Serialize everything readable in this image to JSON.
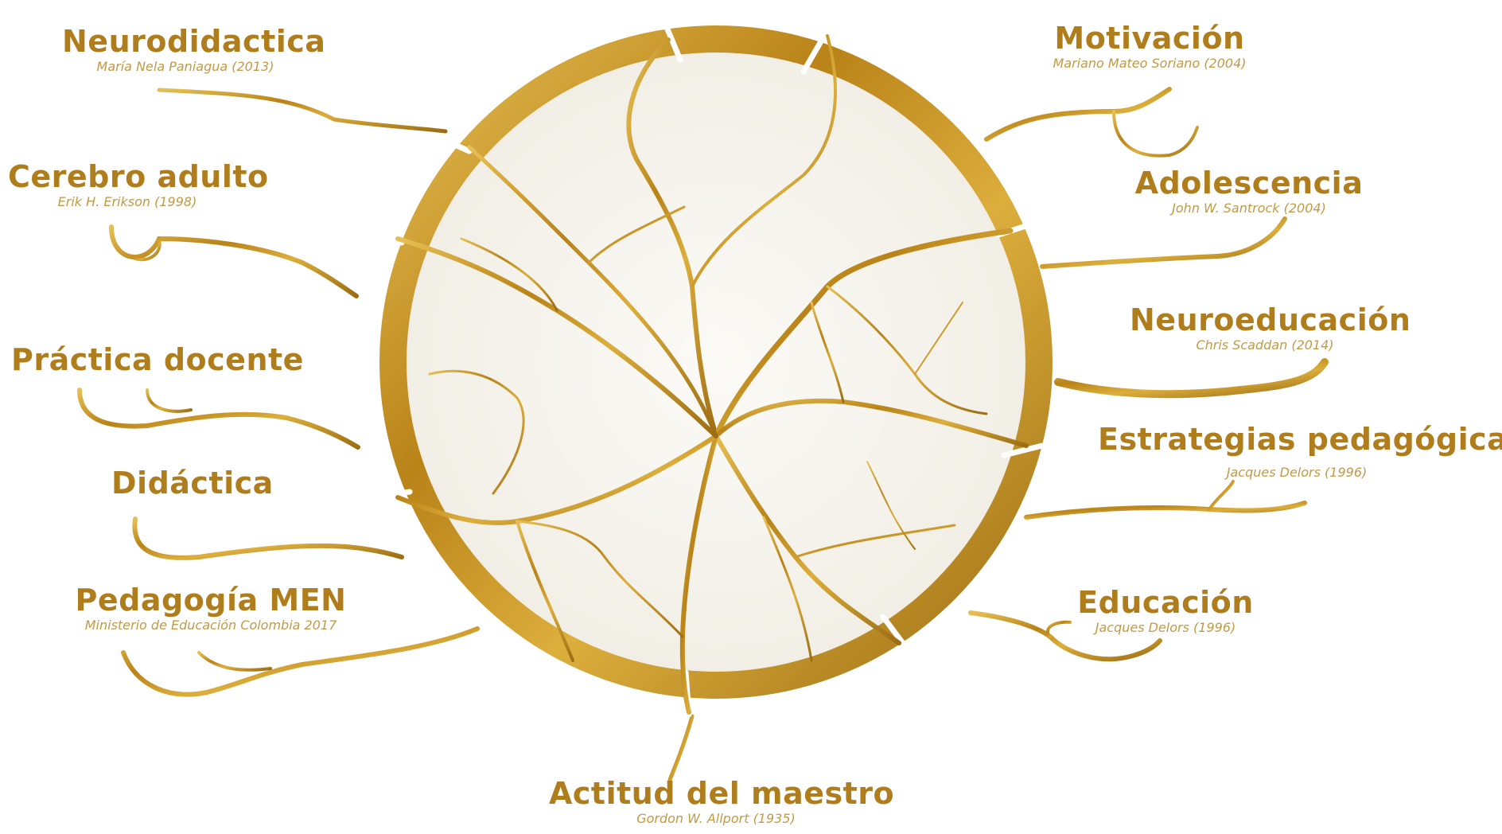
{
  "colors": {
    "gold": "#c8951f",
    "gold_light": "#e4bd4e",
    "gold_dark": "#9c6d12",
    "title_text": "#b07d1c",
    "author_text": "#c19a45",
    "plate": "#f6f4ee"
  },
  "concepts": {
    "neurodidactica": {
      "title": "Neurodidactica",
      "author": "María Nela Paniagua (2013)"
    },
    "cerebro_adulto": {
      "title": "Cerebro adulto",
      "author": "Erik H. Erikson (1998)"
    },
    "practica_docente": {
      "title": "Práctica docente",
      "author": ""
    },
    "didactica": {
      "title": "Didáctica",
      "author": ""
    },
    "pedagogia_men": {
      "title": "Pedagogía MEN",
      "author": "Ministerio de Educación Colombia 2017"
    },
    "motivacion": {
      "title": "Motivación",
      "author": "Mariano Mateo Soriano (2004)"
    },
    "adolescencia": {
      "title": "Adolescencia",
      "author": "John W. Santrock (2004)"
    },
    "neuroeducacion": {
      "title": "Neuroeducación",
      "author": "Chris Scaddan (2014)"
    },
    "estrategias": {
      "title": "Estrategias pedagógicas",
      "author": "Jacques Delors (1996)"
    },
    "educacion": {
      "title": "Educación",
      "author": "Jacques Delors (1996)"
    },
    "actitud": {
      "title": "Actitud del maestro",
      "author": "Gordon W. Allport (1935)"
    }
  }
}
